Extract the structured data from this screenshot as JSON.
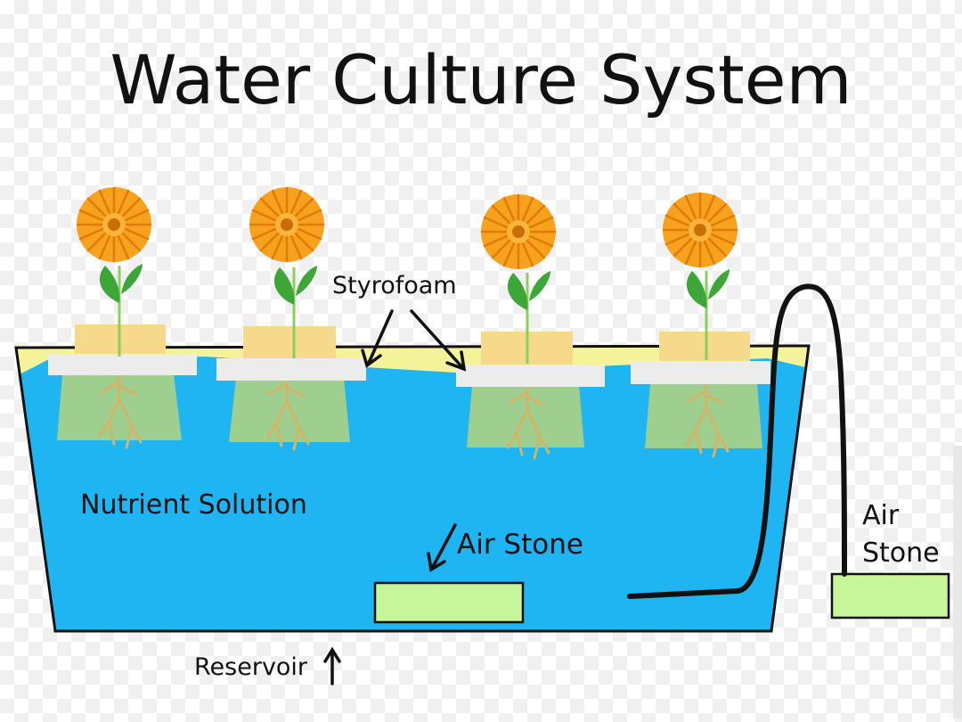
{
  "title": "Water Culture System",
  "labels": {
    "styrofoam": "Styrofoam",
    "nutrient_solution": "Nutrient Solution",
    "air_stone": "Air Stone",
    "reservoir": "Reservoir",
    "external_air_stone_line1": "Air",
    "external_air_stone_line2": "Stone"
  },
  "colors": {
    "water": "#1fb4f2",
    "foam_top": "#f4f39a",
    "styrofoam": "#ececec",
    "root_zone": "#9fcf8e",
    "air_stone": "#c7f59a",
    "flower_petal": "#f7a21d",
    "leaf": "#3ca637",
    "outline": "#111111"
  },
  "plant_count": 4
}
